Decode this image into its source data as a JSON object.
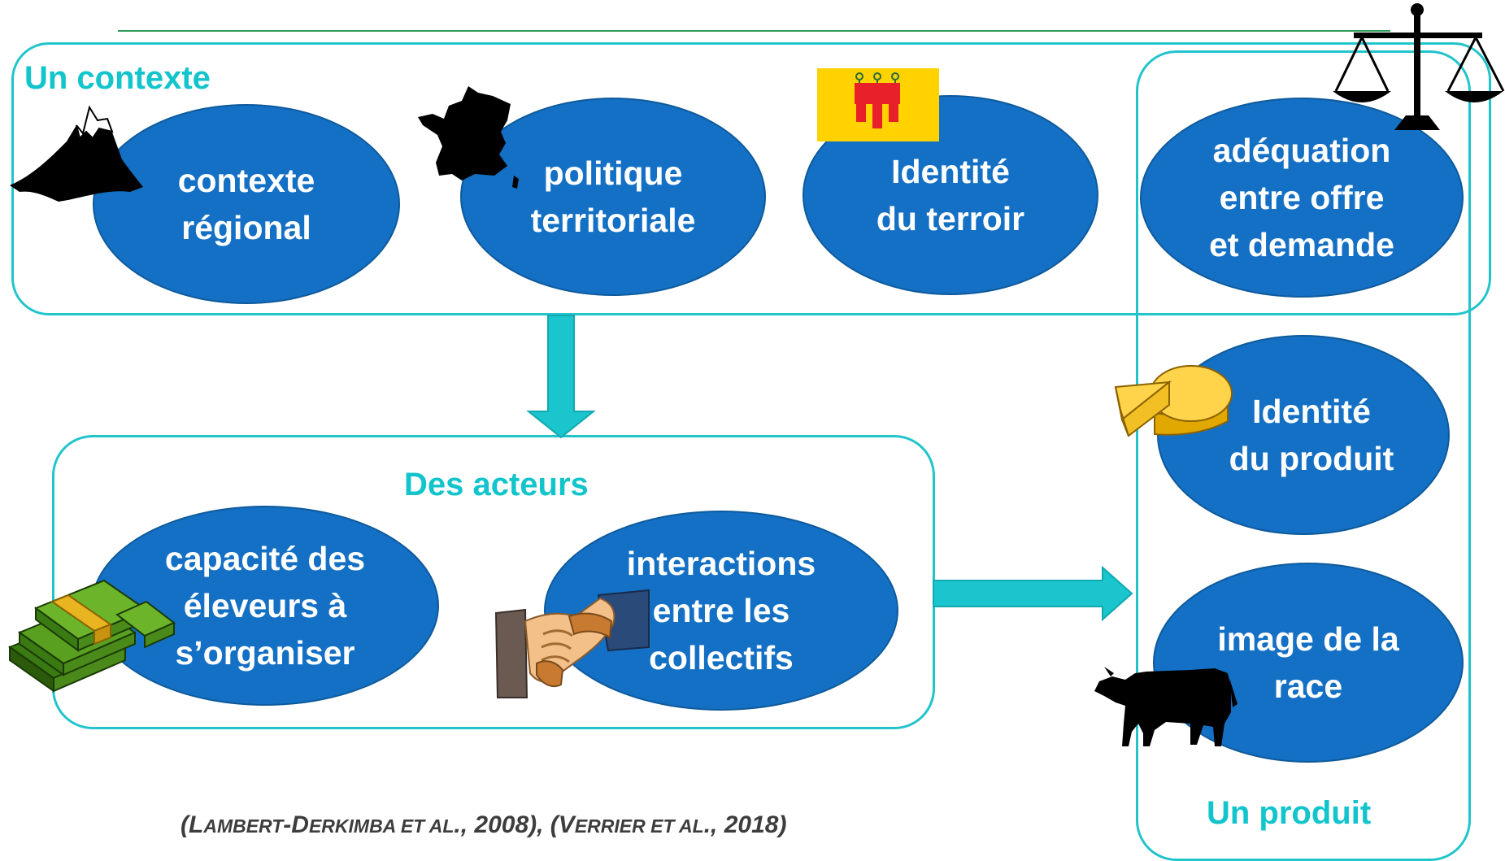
{
  "groups": {
    "context_title": "Un contexte",
    "actors_title": "Des acteurs",
    "product_title": "Un produit"
  },
  "nodes": {
    "contexte_regional": "contexte\nrégional",
    "politique_territoriale": "politique\nterritoriale",
    "identite_terroir": "Identité\ndu terroir",
    "adequation": "adéquation\nentre offre\net demande",
    "identite_produit": "Identité\ndu produit",
    "image_race": "image de la\nrace",
    "capacite_eleveurs": "capacité des\néleveurs à\ns’organiser",
    "interactions": "interactions\nentre les\ncollectifs"
  },
  "citation": {
    "open1": "(L",
    "sc1": "AMBERT",
    "dash": "-D",
    "sc2": "ERKIMBA ET AL",
    "tail1": "., 2008), (V",
    "sc3": "ERRIER ET AL",
    "tail2": "., 2018)"
  },
  "icons": [
    "mountain-icon",
    "france-map-icon",
    "auvergne-flag-icon",
    "scales-icon",
    "cheese-icon",
    "cow-icon",
    "money-icon",
    "handshake-icon",
    "arrow-down-icon",
    "arrow-right-icon"
  ],
  "colors": {
    "node_fill": "#1470c4",
    "border": "#22c4cc",
    "title": "#12c4cc",
    "arrow": "#1ac5cd"
  }
}
